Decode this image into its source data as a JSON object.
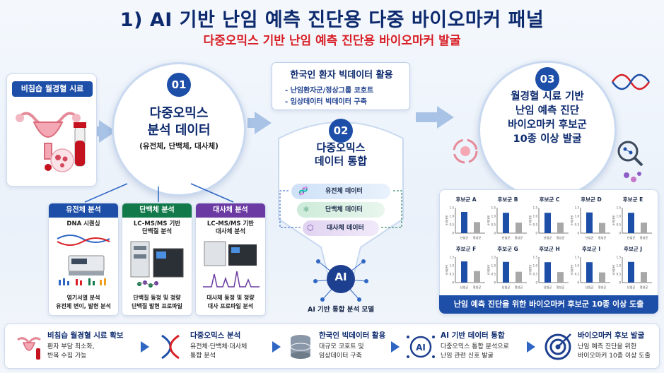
{
  "header": {
    "title": "1) AI 기반 난임 예측 진단용 다중 바이오마커 패널",
    "subtitle": "다중오믹스 기반 난임 예측 진단용 바이오마커 발굴"
  },
  "sample": {
    "label": "비침습 월경혈 시료"
  },
  "step01": {
    "number": "01",
    "title_line1": "다중오믹스",
    "title_line2": "분석 데이터",
    "subtitle": "(유전체, 단백체, 대사체)"
  },
  "analyses": [
    {
      "head": "유전체 분석",
      "top": "DNA 시퀀싱",
      "top2": "",
      "bottom1": "염기서열 분석",
      "bottom2": "유전체 변이, 발현 분석",
      "color": "#1d4fa8"
    },
    {
      "head": "단백체 분석",
      "top": "LC-MS/MS 기반",
      "top2": "단백질 분석",
      "bottom1": "단백질 동정 및 정량",
      "bottom2": "단백질 발현 프로파일",
      "color": "#127a4a"
    },
    {
      "head": "대사체 분석",
      "top": "LC-MS/MS 기반",
      "top2": "대사체 분석",
      "bottom1": "대사체 동정 및 정량",
      "bottom2": "대사 프로파일 분석",
      "color": "#6b3aa3"
    }
  ],
  "bigdata": {
    "title": "한국인 환자 빅데이터 활용",
    "items": [
      "- 난임환자군/정상그룹 코호트",
      "- 임상데이터 빅데이터 구축"
    ]
  },
  "step02": {
    "number": "02",
    "title_line1": "다중오믹스",
    "title_line2": "데이터 통합",
    "tiers": [
      "유전체 데이터",
      "단백체 데이터",
      "대사체 데이터"
    ],
    "ai_label": "AI",
    "caption": "AI 기반 통합 분석 모델"
  },
  "step03": {
    "number": "03",
    "line1": "월경혈 시료 기반",
    "line2": "난임 예측 진단",
    "line3": "바이오마커 후보군",
    "line4": "10종 이상 발굴"
  },
  "chart_data": {
    "type": "bar",
    "categories": [
      "난임군",
      "정상군"
    ],
    "ylim": [
      0,
      1.5
    ],
    "yticks": [
      "0",
      "0.5",
      "1.0",
      "1.5"
    ],
    "ylabel": "상대발현량",
    "panels": [
      {
        "title": "후보군 A",
        "values": [
          1.25,
          0.65
        ]
      },
      {
        "title": "후보군 B",
        "values": [
          1.2,
          0.62
        ]
      },
      {
        "title": "후보군 C",
        "values": [
          1.2,
          0.62
        ]
      },
      {
        "title": "후보군 D",
        "values": [
          1.22,
          0.6
        ]
      },
      {
        "title": "후보군 E",
        "values": [
          1.2,
          0.62
        ]
      },
      {
        "title": "후보군 F",
        "values": [
          1.25,
          0.68
        ]
      },
      {
        "title": "후보군 G",
        "values": [
          1.22,
          0.64
        ]
      },
      {
        "title": "후보군 H",
        "values": [
          1.2,
          0.62
        ]
      },
      {
        "title": "후보군 I",
        "values": [
          1.2,
          0.6
        ]
      },
      {
        "title": "후보군 J",
        "values": [
          1.22,
          0.62
        ]
      }
    ],
    "colors": {
      "infertile": "#1d4fa8",
      "normal": "#a8a8a8"
    }
  },
  "bm_footer": "난임 예측 진단을 위한 바이오마커 후보군 10종 이상 도출",
  "bottom_steps": [
    {
      "title": "비침습 월경혈 시료 확보",
      "desc1": "환자 부담 최소화,",
      "desc2": "반복 수집 가능"
    },
    {
      "title": "다중오믹스 분석",
      "desc1": "유전체·단백체·대사체",
      "desc2": "통합 분석"
    },
    {
      "title": "한국인 빅데이터 활용",
      "desc1": "대규모 코호트 및",
      "desc2": "임상데이터 구축"
    },
    {
      "title": "AI 기반 데이터 통합",
      "desc1": "다중오믹스 통합 분석으로",
      "desc2": "난임 관련 신호 발굴"
    },
    {
      "title": "바이오마커 후보 발굴",
      "desc1": "난임 예측 진단을 위한",
      "desc2": "바이오마커 10종 이상 도출"
    }
  ]
}
